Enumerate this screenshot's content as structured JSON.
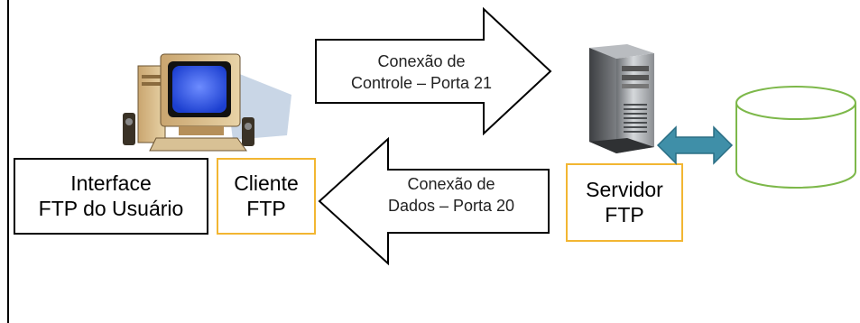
{
  "diagram": {
    "interface_box": {
      "text": "Interface\nFTP do Usuário",
      "border_color": "#000000"
    },
    "client_box": {
      "text": "Cliente\nFTP",
      "border_color": "#F2B632"
    },
    "server_box": {
      "text": "Servidor\nFTP",
      "border_color": "#F2B632"
    },
    "control_arrow": {
      "text": "Conexão de\nControle – Porta 21",
      "direction": "right"
    },
    "data_arrow": {
      "text": "Conexão de\nDados – Porta 20",
      "direction": "left"
    },
    "server_disk_link": {
      "direction": "bidirectional",
      "color": "#3F8FA8"
    },
    "storage": {
      "shape": "cylinder",
      "stroke_color": "#7DB84A"
    },
    "computer": {
      "icon": "desktop-computer-icon"
    },
    "server": {
      "icon": "tower-server-icon"
    }
  }
}
